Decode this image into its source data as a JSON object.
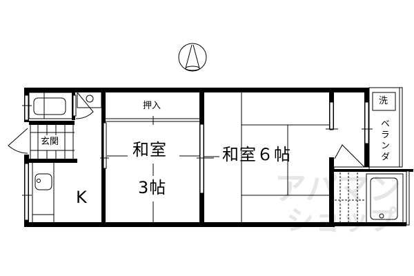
{
  "floor_plan": {
    "compass": {
      "icon": "north-arrow-icon",
      "direction": "N"
    },
    "rooms": {
      "washitsu_3": {
        "name": "和室",
        "size": "3帖"
      },
      "washitsu_6": {
        "name": "和室",
        "size": "6帖",
        "full_label": "和室６帖"
      },
      "oshiire": {
        "name": "押入"
      },
      "genkan": {
        "name": "玄関"
      },
      "kitchen": {
        "name": "K"
      },
      "veranda": {
        "name": "ベランダ"
      },
      "washer": {
        "name": "洗"
      }
    },
    "fixtures": [
      "bathtub",
      "washbasin",
      "kitchen-sink",
      "unit-bath",
      "washing-machine-space"
    ],
    "watermark": {
      "line1": "アパマン",
      "line2": "ショップ"
    },
    "colors": {
      "wall": "#000000",
      "background": "#ffffff",
      "watermark": "#e6e6e6"
    }
  }
}
